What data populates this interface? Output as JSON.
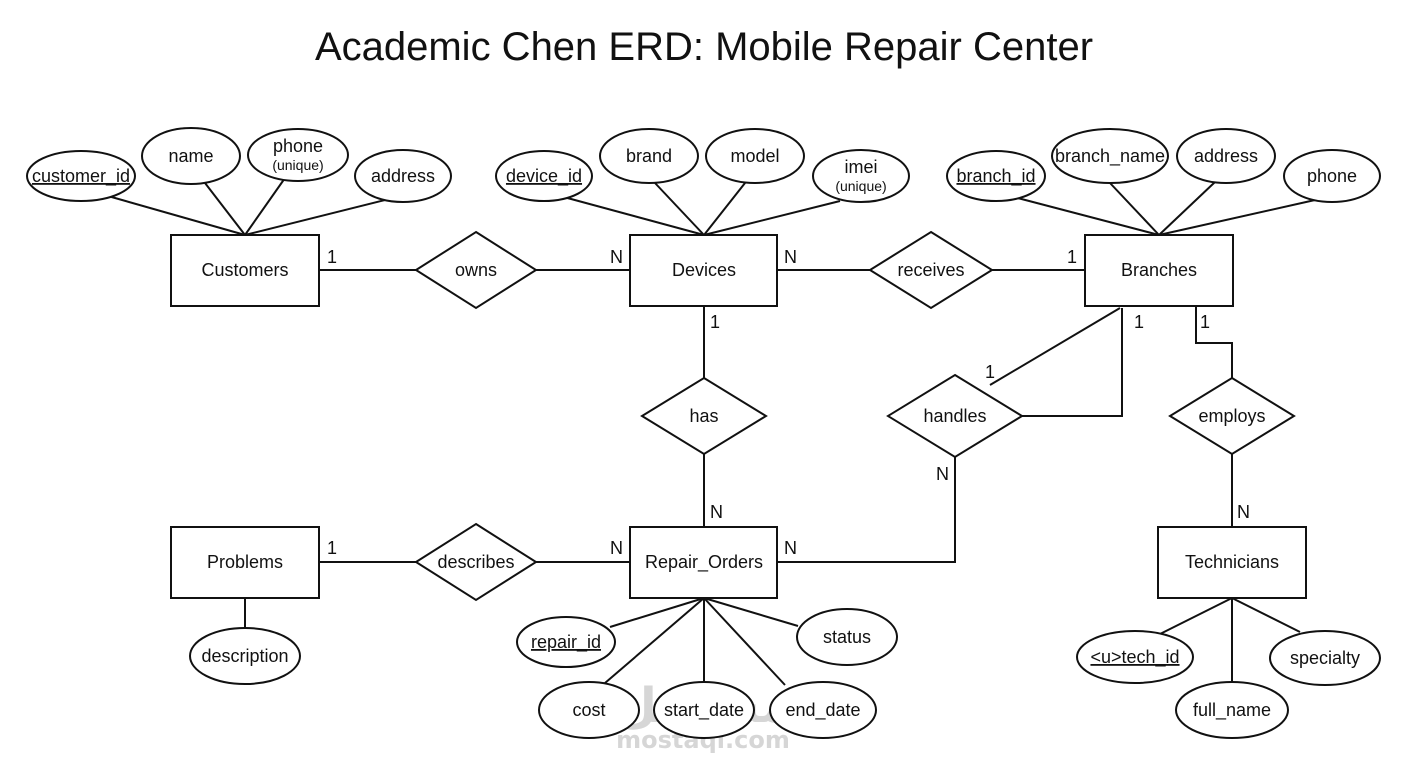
{
  "title": "Academic Chen ERD: Mobile Repair Center",
  "watermark": {
    "logo_text": "مستقل",
    "site": "mostaql.com"
  },
  "entities": {
    "customers": "Customers",
    "devices": "Devices",
    "branches": "Branches",
    "problems": "Problems",
    "repair_orders": "Repair_Orders",
    "technicians": "Technicians"
  },
  "relationships": {
    "owns": "owns",
    "receives": "receives",
    "has": "has",
    "handles": "handles",
    "employs": "employs",
    "describes": "describes"
  },
  "attributes": {
    "customer_id": "customer_id",
    "customer_name": "name",
    "customer_phone": "phone",
    "customer_phone_note": "(unique)",
    "customer_address": "address",
    "device_id": "device_id",
    "brand": "brand",
    "model": "model",
    "imei": "imei",
    "imei_note": "(unique)",
    "branch_id": "branch_id",
    "branch_name": "branch_name",
    "branch_address": "address",
    "branch_phone": "phone",
    "description": "description",
    "repair_id": "repair_id",
    "status": "status",
    "cost": "cost",
    "start_date": "start_date",
    "end_date": "end_date",
    "tech_id": "<u>tech_id",
    "full_name": "full_name",
    "specialty": "specialty"
  },
  "cardinalities": {
    "customers_owns": "1",
    "devices_owns": "N",
    "devices_receives": "N",
    "branches_receives": "1",
    "devices_has": "1",
    "repair_orders_has": "N",
    "branches_handles": "1",
    "handles_top": "1",
    "repair_orders_handles_top": "N",
    "repair_orders_handles_right": "N",
    "branches_employs": "1",
    "technicians_employs": "N",
    "problems_describes": "1",
    "repair_orders_describes": "N"
  }
}
